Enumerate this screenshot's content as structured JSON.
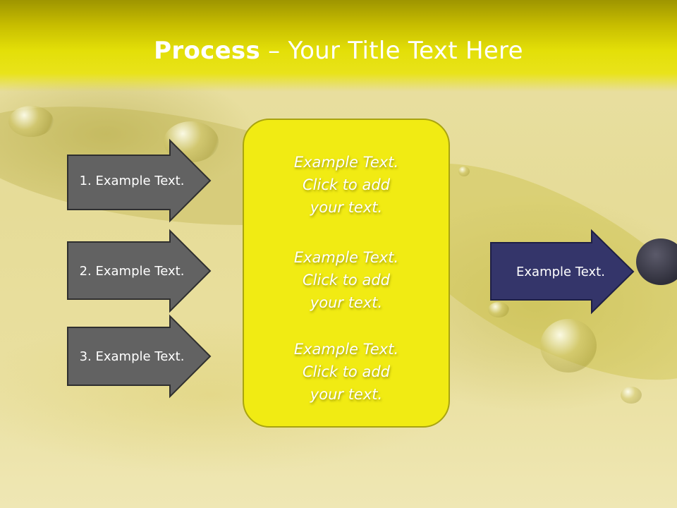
{
  "slide": {
    "title_strong": "Process",
    "title_rest": " – Your Title Text Here"
  },
  "steps": [
    {
      "label": "1. Example Text."
    },
    {
      "label": "2. Example Text."
    },
    {
      "label": "3. Example Text."
    }
  ],
  "center": {
    "blocks": [
      {
        "lines": [
          "Example Text.",
          "Click  to add",
          "your text."
        ]
      },
      {
        "lines": [
          "Example Text.",
          "Click  to add",
          "your text."
        ]
      },
      {
        "lines": [
          "Example Text.",
          "Click  to add",
          "your text."
        ]
      }
    ]
  },
  "output": {
    "label": "Example Text."
  },
  "colors": {
    "title_band": "#e3df08",
    "step_arrow": "#626262",
    "center_box": "#f1eb13",
    "output_arrow": "#34356a"
  }
}
